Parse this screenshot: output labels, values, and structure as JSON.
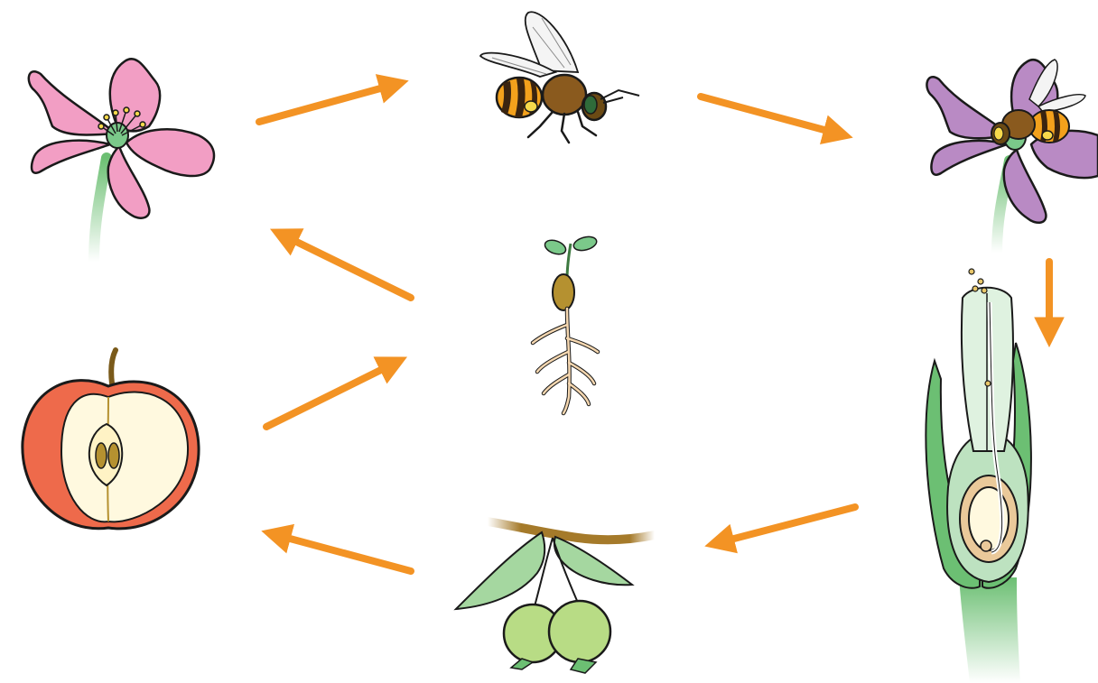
{
  "diagram": {
    "kind": "plant-life-cycle",
    "stages": [
      {
        "id": "flower",
        "icon": "pink-flower-icon"
      },
      {
        "id": "pollinator",
        "icon": "bee-icon"
      },
      {
        "id": "pollination",
        "icon": "bee-on-flower-icon"
      },
      {
        "id": "fertilization",
        "icon": "pistil-cross-section-icon"
      },
      {
        "id": "young-fruit",
        "icon": "green-fruit-branch-icon"
      },
      {
        "id": "fruit",
        "icon": "apple-half-icon"
      },
      {
        "id": "germination",
        "icon": "seedling-icon"
      }
    ],
    "arrow_color": "#f39324",
    "colors": {
      "petal_pink": "#f29ec4",
      "petal_purple": "#b98ac4",
      "stem_green": "#6cbf73",
      "leaf_green": "#a5d7a0",
      "fruit_green": "#b8dc85",
      "apple_red": "#ee6a4b",
      "apple_flesh": "#fff9df",
      "bee_brown": "#8a5a1e",
      "bee_yellow": "#f3a11c",
      "seed_brown": "#b59130",
      "root_tan": "#f5d7b0"
    }
  }
}
